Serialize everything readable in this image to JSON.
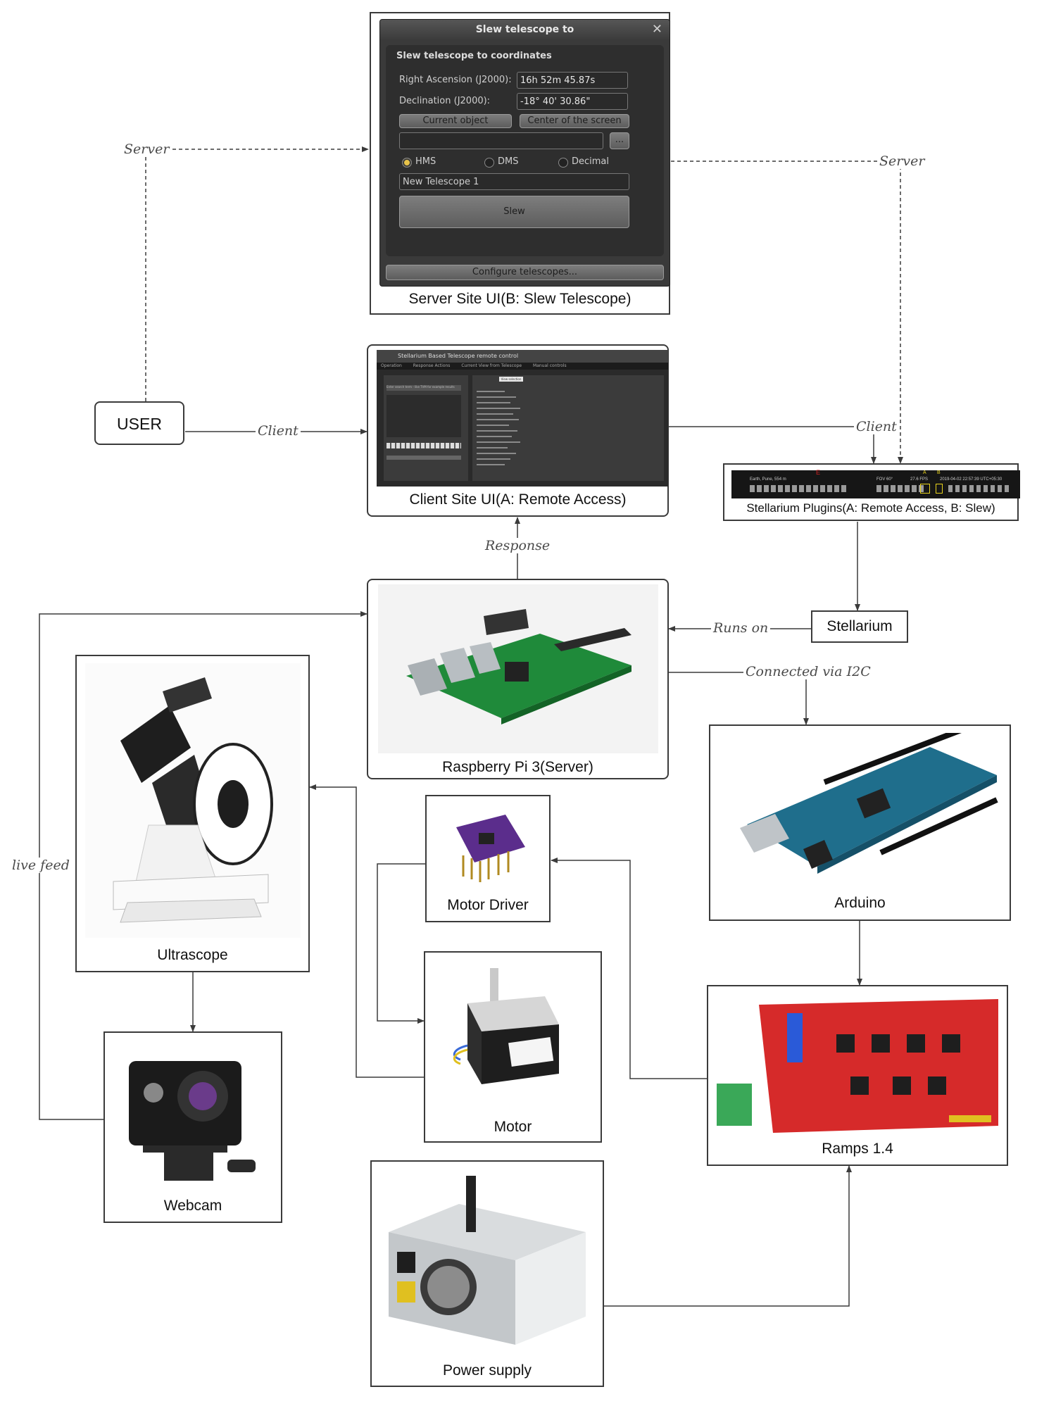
{
  "flow_labels": {
    "server_left": "Server",
    "server_right": "Server",
    "client_left": "Client",
    "client_right": "Client",
    "response": "Response",
    "runs_on": "Runs on",
    "i2c": "Connected via I2C",
    "live_feed": "live feed"
  },
  "nodes": {
    "server_ui": "Server Site UI(B: Slew Telescope)",
    "client_ui": "Client Site UI(A: Remote Access)",
    "user": "USER",
    "plugins": "Stellarium Plugins(A: Remote Access, B: Slew)",
    "stellarium": "Stellarium",
    "raspberry": "Raspberry Pi 3(Server)",
    "ultrascope": "Ultrascope",
    "motor_driver": "Motor Driver",
    "arduino": "Arduino",
    "motor": "Motor",
    "webcam": "Webcam",
    "ramps": "Ramps 1.4",
    "power": "Power supply"
  },
  "slew_dialog": {
    "title": "Slew telescope to",
    "section": "Slew telescope to coordinates",
    "ra_label": "Right Ascension (J2000):",
    "ra_value": "16h 52m 45.87s",
    "dec_label": "Declination (J2000):",
    "dec_value": "-18° 40' 30.86\"",
    "current_object": "Current object",
    "center_screen": "Center of the screen",
    "more": "...",
    "radio_hms": "HMS",
    "radio_dms": "DMS",
    "radio_decimal": "Decimal",
    "telescope": "New Telescope 1",
    "slew": "Slew",
    "configure": "Configure telescopes..."
  },
  "client_app": {
    "title": "Stellarium Based Telescope remote control",
    "tabs": [
      "Operation",
      "Response Actions",
      "Current View from Telescope",
      "Manual controls"
    ],
    "search_placeholder": "Enter search term - like TVM for example results",
    "select_button": "View selection"
  },
  "plugin_bar": {
    "location": "Earth, Pune, 554 m",
    "fov": "FOV 60°",
    "fps": "27.6 FPS",
    "datetime": "2019-04-02 22:57:39 UTC+05:30",
    "marker_a": "A",
    "marker_b": "B",
    "compass": "E"
  },
  "colors": {
    "box_border": "#3b3b3b",
    "wire": "#3b3b3b",
    "flow_text": "#4a4a4a",
    "dialog_bg": "#3a3a3a",
    "highlight": "#e8d21c"
  }
}
